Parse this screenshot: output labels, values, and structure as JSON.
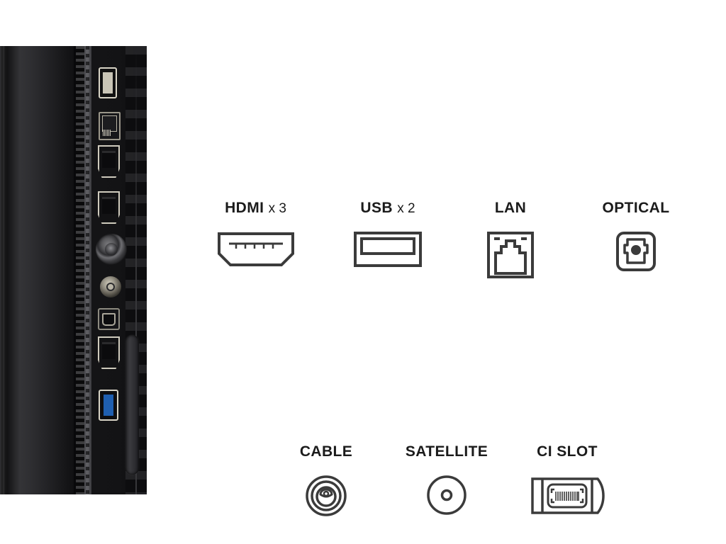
{
  "page": {
    "background_color": "#ffffff",
    "title": "TV connectivity ports overview"
  },
  "product_photo": {
    "alt": "Close-up of TV rear side panel showing input ports",
    "body_color": "#121213",
    "ports": [
      {
        "name": "usb-port",
        "label": "USB"
      },
      {
        "name": "lan-port",
        "label": "LAN"
      },
      {
        "name": "hdmi-port-1",
        "label": "HDMI"
      },
      {
        "name": "hdmi-port-2",
        "label": "HDMI"
      },
      {
        "name": "cable-antenna-port",
        "label": "CABLE"
      },
      {
        "name": "satellite-port",
        "label": "SATELLITE"
      },
      {
        "name": "optical-port",
        "label": "OPTICAL"
      },
      {
        "name": "hdmi-port-3",
        "label": "HDMI"
      },
      {
        "name": "usb3-port",
        "label": "USB 3.0"
      },
      {
        "name": "ci-slot",
        "label": "CI SLOT"
      }
    ]
  },
  "specs": {
    "icon_stroke_color": "#3b3b3b",
    "label_color": "#1b1b1b",
    "rows": [
      {
        "items": [
          {
            "id": "hdmi",
            "label": "HDMI",
            "multiplier": "x 3",
            "icon": "hdmi-port-icon"
          },
          {
            "id": "usb",
            "label": "USB",
            "multiplier": "x 2",
            "icon": "usb-port-icon"
          },
          {
            "id": "lan",
            "label": "LAN",
            "multiplier": "",
            "icon": "lan-port-icon"
          },
          {
            "id": "optical",
            "label": "OPTICAL",
            "multiplier": "",
            "icon": "optical-port-icon"
          }
        ]
      },
      {
        "items": [
          {
            "id": "cable",
            "label": "CABLE",
            "multiplier": "",
            "icon": "coax-connector-icon"
          },
          {
            "id": "satellite",
            "label": "SATELLITE",
            "multiplier": "",
            "icon": "satellite-connector-icon"
          },
          {
            "id": "ci_slot",
            "label": "CI SLOT",
            "multiplier": "",
            "icon": "ci-card-slot-icon"
          }
        ]
      }
    ]
  }
}
